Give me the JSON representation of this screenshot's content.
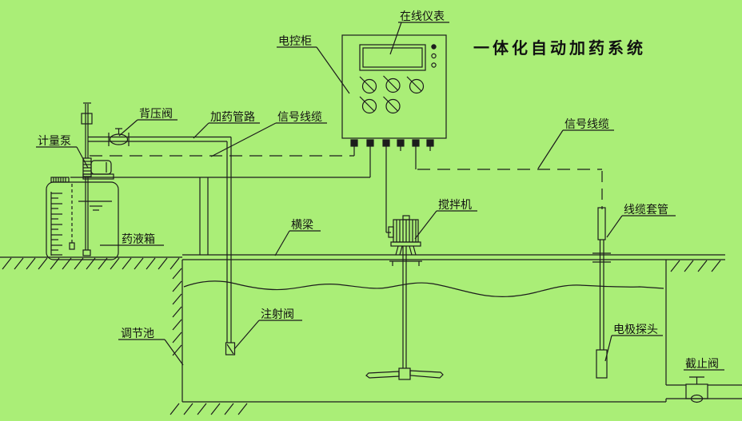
{
  "title": "一体化自动加药系统",
  "colors": {
    "background": "#aaee77",
    "line": "#1c1c1c",
    "title_text": "#000000"
  },
  "labels": {
    "online_instrument": "在线仪表",
    "control_cabinet": "电控柜",
    "back_pressure_valve": "背压阀",
    "dosing_pipeline": "加药管路",
    "signal_cable_left": "信号线缆",
    "metering_pump": "计量泵",
    "signal_cable_right": "信号线缆",
    "chemical_tank": "药液箱",
    "cross_beam": "横梁",
    "mixer": "搅拌机",
    "cable_conduit": "线缆套管",
    "injection_valve": "注射阀",
    "regulation_pool": "调节池",
    "electrode_probe": "电极探头",
    "stop_valve": "截止阀"
  }
}
